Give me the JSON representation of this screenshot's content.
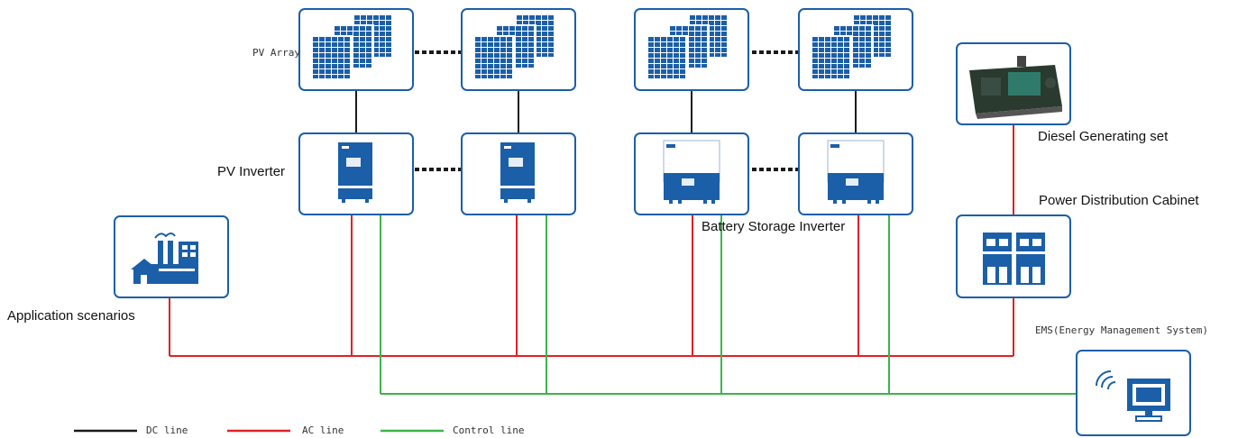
{
  "labels": {
    "pv_array": "PV Array",
    "pv_inverter": "PV Inverter",
    "battery_storage_inverter": "Battery Storage Inverter",
    "diesel_generating_set": "Diesel Generating set",
    "power_distribution_cabinet": "Power Distribution Cabinet",
    "application_scenarios": "Application scenarios",
    "ems": "EMS(Energy Management System)"
  },
  "legend": {
    "dc_line": "DC line",
    "ac_line": "AC line",
    "control_line": "Control line"
  },
  "colors": {
    "dc": "#1a1a1a",
    "ac": "#e02027",
    "control": "#3cb44b",
    "accent": "#1b5fa8"
  }
}
